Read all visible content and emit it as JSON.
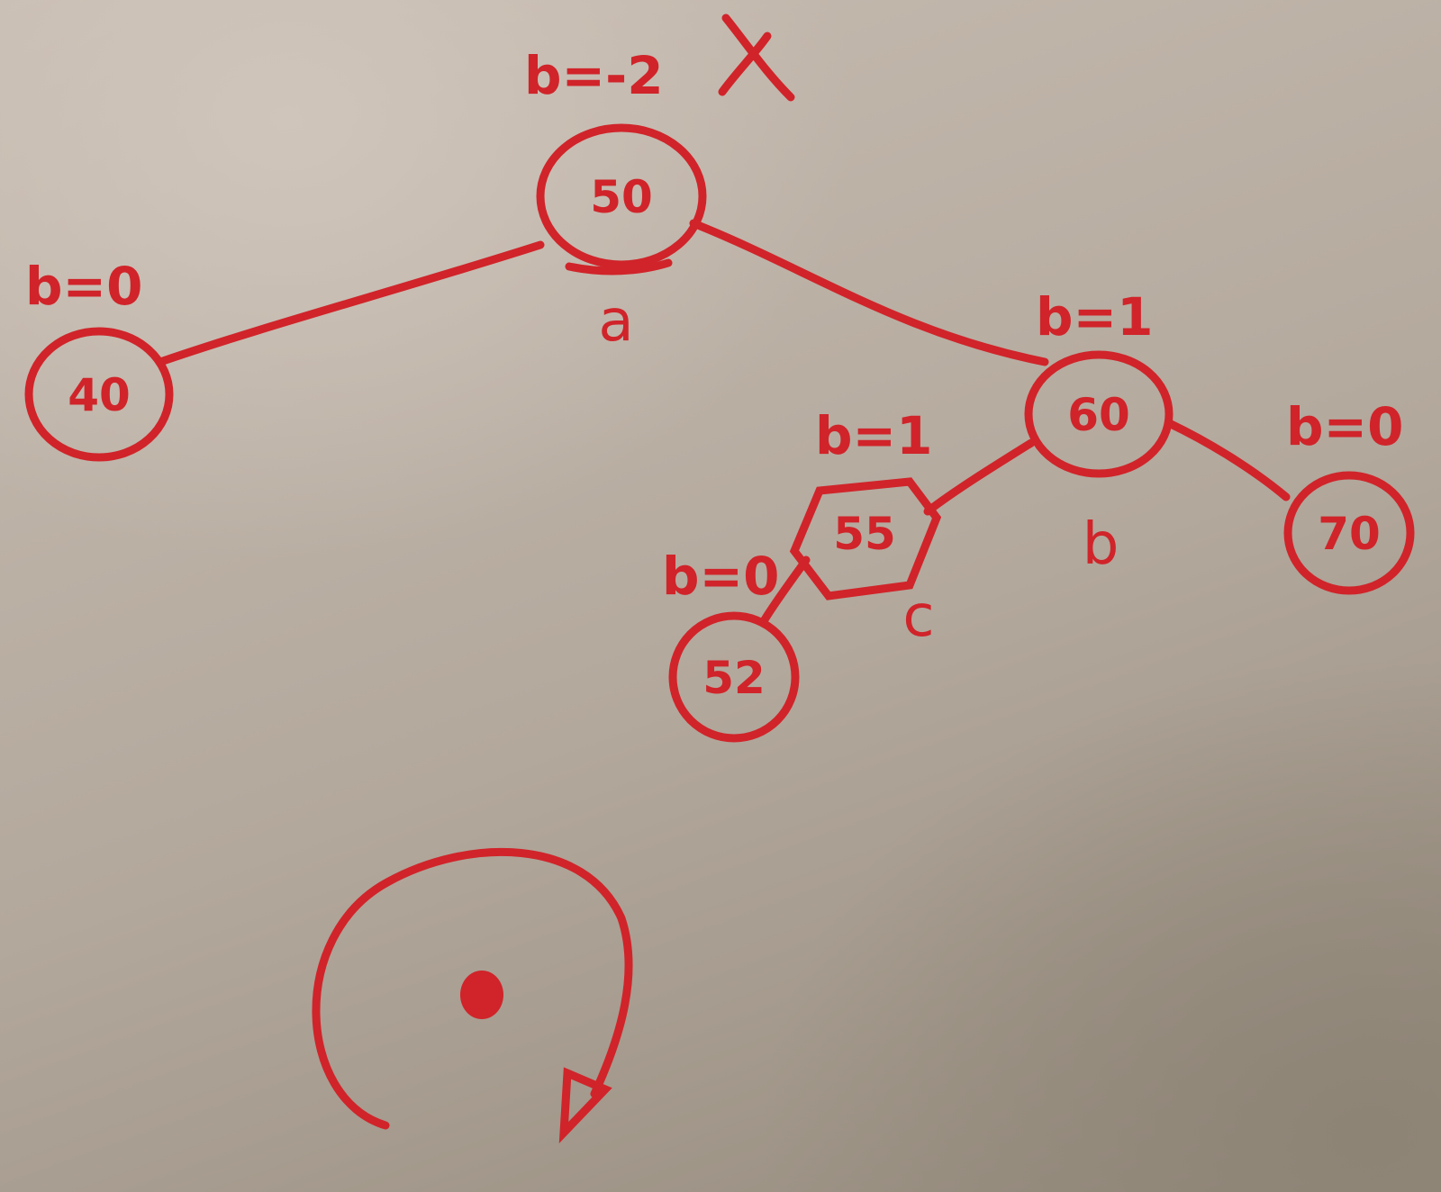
{
  "ink_color": "#d0242a",
  "board_color": "#b9ada3",
  "nodes": [
    {
      "id": "n50",
      "value": "50",
      "balance": "b=-2",
      "letter": "a"
    },
    {
      "id": "n40",
      "value": "40",
      "balance": "b=0",
      "letter": ""
    },
    {
      "id": "n60",
      "value": "60",
      "balance": "b=1",
      "letter": "b"
    },
    {
      "id": "n55",
      "value": "55",
      "balance": "b=1",
      "letter": "c"
    },
    {
      "id": "n70",
      "value": "70",
      "balance": "b=0",
      "letter": ""
    },
    {
      "id": "n52",
      "value": "52",
      "balance": "b=0",
      "letter": ""
    }
  ],
  "edges": [
    {
      "from": "50",
      "to": "40"
    },
    {
      "from": "50",
      "to": "60"
    },
    {
      "from": "60",
      "to": "55"
    },
    {
      "from": "60",
      "to": "70"
    },
    {
      "from": "55",
      "to": "52"
    }
  ],
  "root_mark": "X",
  "rotation_icon": "counterclockwise-rotation-arrow-icon"
}
